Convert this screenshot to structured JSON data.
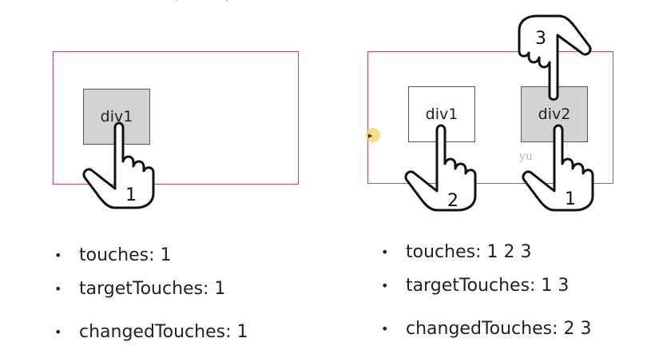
{
  "left_panel": {
    "div_label": "div1",
    "finger_label": "1",
    "bullets": [
      {
        "text": "touches:  1"
      },
      {
        "text": "targetTouches:  1"
      },
      {
        "text": "changedTouches:  1"
      }
    ]
  },
  "right_panel": {
    "div1_label": "div1",
    "div2_label": "div2",
    "fingers": [
      {
        "label": "3"
      },
      {
        "label": "2"
      },
      {
        "label": "1"
      }
    ],
    "bullets": [
      {
        "text": "touches:  1 2 3"
      },
      {
        "text": "targetTouches:  1 3"
      },
      {
        "text": "changedTouches:  2 3"
      }
    ]
  },
  "watermark": "yu",
  "colors": {
    "frame_border": "#c0506a",
    "div_gray_fill": "#d3d3d3",
    "top_fragment": "#d0405a"
  }
}
